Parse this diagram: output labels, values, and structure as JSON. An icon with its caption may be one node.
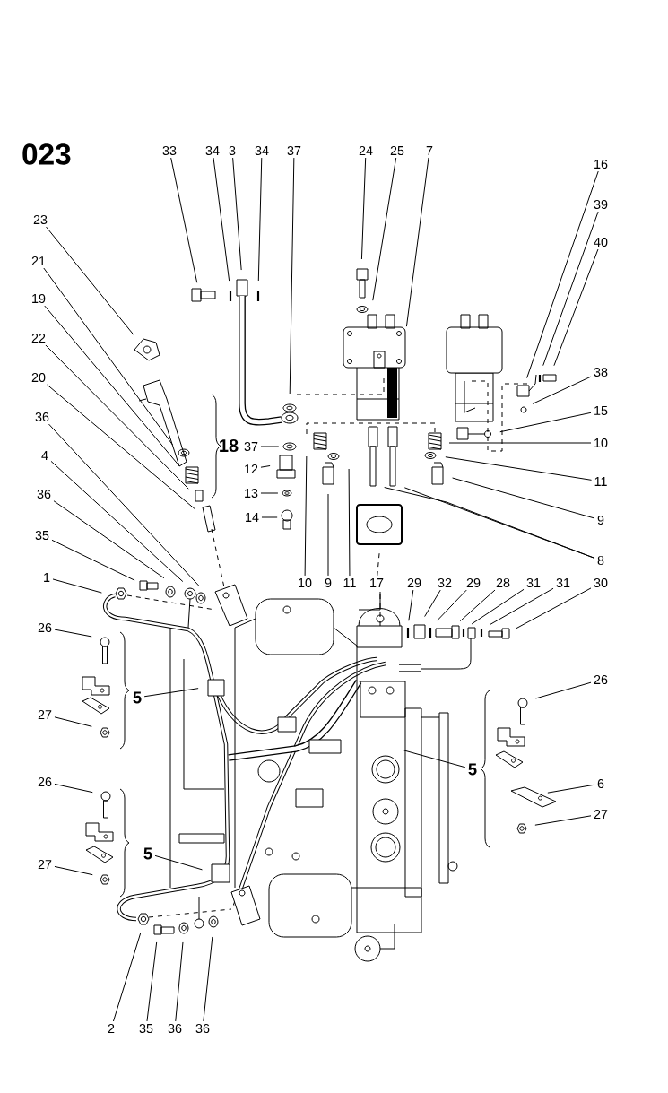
{
  "diagram": {
    "title": "023",
    "nodes": [
      {
        "text": [
          "33"
        ]
      },
      {
        "text": [
          "34"
        ]
      },
      {
        "text": [
          "3"
        ]
      },
      {
        "text": [
          "34"
        ]
      },
      {
        "text": [
          "37"
        ]
      },
      {
        "text": [
          "24"
        ]
      },
      {
        "text": [
          "25"
        ]
      },
      {
        "text": [
          "7"
        ]
      },
      {
        "text": [
          "16"
        ]
      },
      {
        "text": [
          "39"
        ]
      },
      {
        "text": [
          "40"
        ]
      },
      {
        "text": [
          "38"
        ]
      },
      {
        "text": [
          "15"
        ]
      },
      {
        "text": [
          "10"
        ]
      },
      {
        "text": [
          "11"
        ]
      },
      {
        "text": [
          "9"
        ]
      },
      {
        "text": [
          "8"
        ]
      },
      {
        "text": [
          "37"
        ]
      },
      {
        "text": [
          "12"
        ]
      },
      {
        "text": [
          "13"
        ]
      },
      {
        "text": [
          "14"
        ]
      },
      {
        "text": [
          "10"
        ]
      },
      {
        "text": [
          "9"
        ]
      },
      {
        "text": [
          "11"
        ]
      },
      {
        "text": [
          "17"
        ]
      },
      {
        "text": [
          "29"
        ]
      },
      {
        "text": [
          "32"
        ]
      },
      {
        "text": [
          "29"
        ]
      },
      {
        "text": [
          "28"
        ]
      },
      {
        "text": [
          "31"
        ]
      },
      {
        "text": [
          "31"
        ]
      },
      {
        "text": [
          "30"
        ]
      },
      {
        "text": [
          "23"
        ]
      },
      {
        "text": [
          "21"
        ]
      },
      {
        "text": [
          "19"
        ]
      },
      {
        "text": [
          "22"
        ]
      },
      {
        "text": [
          "20"
        ]
      },
      {
        "text": [
          "36"
        ]
      },
      {
        "text": [
          "4"
        ]
      },
      {
        "text": [
          "36"
        ]
      },
      {
        "text": [
          "35"
        ]
      },
      {
        "text": [
          "1"
        ]
      },
      {
        "text": [
          "26"
        ]
      },
      {
        "text": [
          "27"
        ]
      },
      {
        "text": [
          "26"
        ]
      },
      {
        "text": [
          "27"
        ]
      },
      {
        "text": [
          "5"
        ]
      },
      {
        "text": [
          "5"
        ]
      },
      {
        "text": [
          "5"
        ]
      },
      {
        "text": [
          "26"
        ]
      },
      {
        "text": [
          "6"
        ]
      },
      {
        "text": [
          "27"
        ]
      },
      {
        "text": [
          "2"
        ]
      },
      {
        "text": [
          "35"
        ]
      },
      {
        "text": [
          "36"
        ]
      },
      {
        "text": [
          "36"
        ]
      }
    ],
    "edges": [
      {
        "from": 0,
        "to": null,
        "arrow": "none"
      },
      {
        "from": 1,
        "to": null,
        "arrow": "none"
      },
      {
        "from": 2,
        "to": null,
        "arrow": "none"
      },
      {
        "from": 3,
        "to": null,
        "arrow": "none"
      },
      {
        "from": 4,
        "to": null,
        "arrow": "none"
      },
      {
        "from": 5,
        "to": null,
        "arrow": "none"
      },
      {
        "from": 6,
        "to": null,
        "arrow": "none"
      },
      {
        "from": 7,
        "to": null,
        "arrow": "none"
      },
      {
        "from": 8,
        "to": null,
        "arrow": "none"
      },
      {
        "from": 9,
        "to": null,
        "arrow": "none"
      },
      {
        "from": 10,
        "to": null,
        "arrow": "none"
      },
      {
        "from": 11,
        "to": null,
        "arrow": "none"
      },
      {
        "from": 12,
        "to": null,
        "arrow": "none"
      },
      {
        "from": 13,
        "to": null,
        "arrow": "none"
      },
      {
        "from": 14,
        "to": null,
        "arrow": "none"
      },
      {
        "from": 15,
        "to": null,
        "arrow": "none"
      },
      {
        "from": 16,
        "to": null,
        "arrow": "none"
      },
      {
        "from": 16,
        "to": null,
        "arrow": "none"
      },
      {
        "from": 17,
        "to": null,
        "arrow": "none"
      },
      {
        "from": 18,
        "to": null,
        "arrow": "none"
      },
      {
        "from": 19,
        "to": null,
        "arrow": "none"
      },
      {
        "from": 20,
        "to": null,
        "arrow": "none"
      },
      {
        "from": 21,
        "to": null,
        "arrow": "none"
      },
      {
        "from": 22,
        "to": null,
        "arrow": "none"
      },
      {
        "from": 23,
        "to": null,
        "arrow": "none"
      },
      {
        "from": 24,
        "to": null,
        "arrow": "none",
        "style": "dashed"
      },
      {
        "from": 25,
        "to": null,
        "arrow": "none"
      },
      {
        "from": 26,
        "to": null,
        "arrow": "none"
      },
      {
        "from": 27,
        "to": null,
        "arrow": "none"
      },
      {
        "from": 28,
        "to": null,
        "arrow": "none"
      },
      {
        "from": 29,
        "to": null,
        "arrow": "none"
      },
      {
        "from": 30,
        "to": null,
        "arrow": "none"
      },
      {
        "from": 31,
        "to": null,
        "arrow": "none"
      },
      {
        "from": 32,
        "to": null,
        "arrow": "none"
      },
      {
        "from": 33,
        "to": null,
        "arrow": "none"
      },
      {
        "from": 34,
        "to": null,
        "arrow": "none"
      },
      {
        "from": 35,
        "to": null,
        "arrow": "none"
      },
      {
        "from": 36,
        "to": null,
        "arrow": "none"
      },
      {
        "from": 37,
        "to": null,
        "arrow": "none"
      },
      {
        "from": 38,
        "to": null,
        "arrow": "none"
      },
      {
        "from": 39,
        "to": null,
        "arrow": "none"
      },
      {
        "from": 40,
        "to": null,
        "arrow": "none"
      },
      {
        "from": 41,
        "to": null,
        "arrow": "none"
      },
      {
        "from": 42,
        "to": null,
        "arrow": "none"
      },
      {
        "from": 43,
        "to": null,
        "arrow": "none"
      },
      {
        "from": 44,
        "to": null,
        "arrow": "none"
      },
      {
        "from": 45,
        "to": null,
        "arrow": "none"
      },
      {
        "from": 46,
        "to": null,
        "arrow": "none"
      },
      {
        "from": 47,
        "to": null,
        "arrow": "none"
      },
      {
        "from": 48,
        "to": null,
        "arrow": "none"
      },
      {
        "from": 49,
        "to": null,
        "arrow": "none"
      },
      {
        "from": 50,
        "to": null,
        "arrow": "none"
      },
      {
        "from": 51,
        "to": null,
        "arrow": "none"
      },
      {
        "from": 52,
        "to": null,
        "arrow": "none"
      },
      {
        "from": 53,
        "to": null,
        "arrow": "none"
      },
      {
        "from": 54,
        "to": null,
        "arrow": "none"
      },
      {
        "from": 55,
        "to": null,
        "arrow": "none"
      }
    ],
    "labels": [
      "18"
    ]
  }
}
